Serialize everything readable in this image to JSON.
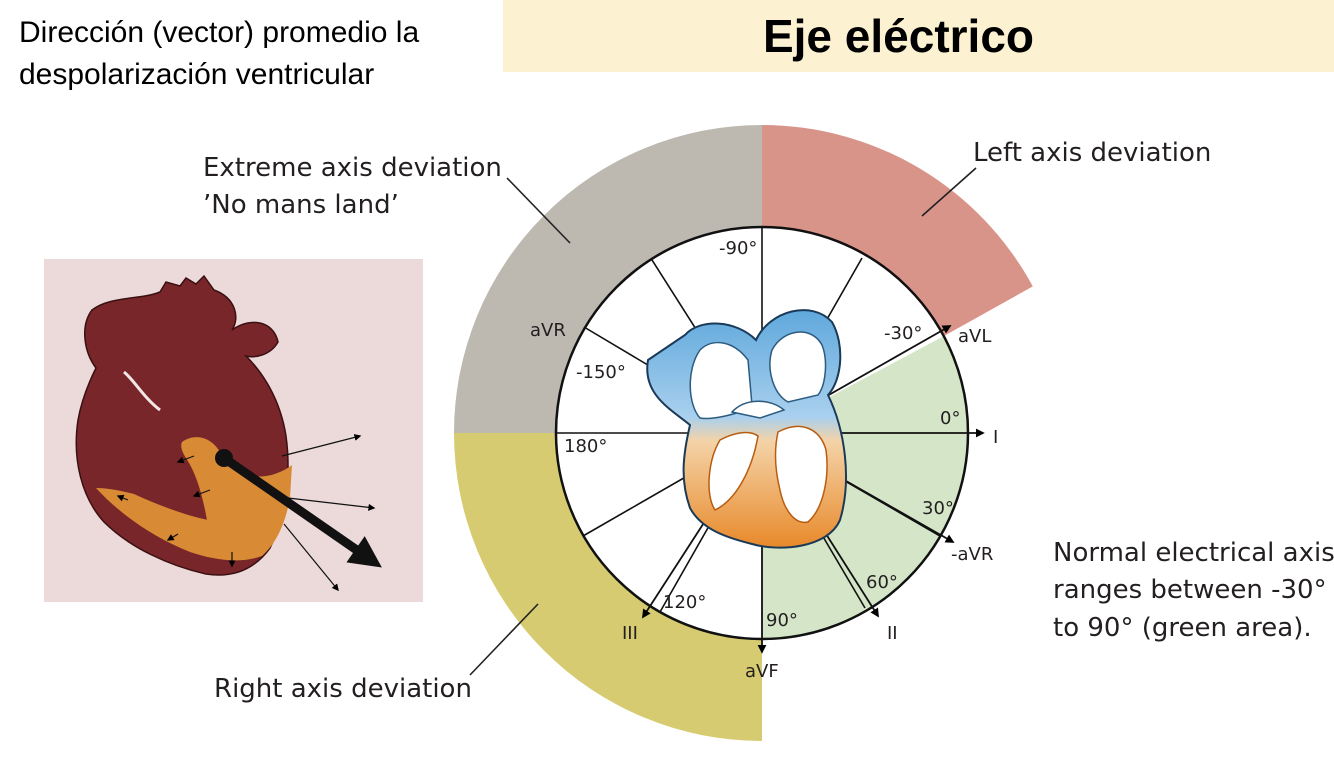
{
  "title": "Eje eléctrico",
  "subtitle_lines": [
    "Dirección (vector) promedio la",
    "despolarización ventricular"
  ],
  "annotations": {
    "extreme_line1": "Extreme axis deviation",
    "extreme_line2": "’No mans land’",
    "left": "Left axis deviation",
    "right": "Right axis deviation",
    "normal_line1": "Normal electrical axis",
    "normal_line2": "ranges between -30°",
    "normal_line3": "to 90° (green area)."
  },
  "angles": {
    "m90": "-90°",
    "m30": "-30°",
    "m150": "-150°",
    "d0": "0°",
    "d180": "180°",
    "d30": "30°",
    "d60": "60°",
    "d90": "90°",
    "d120": "120°"
  },
  "leads": {
    "aVR": "aVR",
    "aVL": "aVL",
    "I": "I",
    "mAVR": "-aVR",
    "II": "II",
    "aVF": "aVF",
    "III": "III"
  },
  "colors": {
    "title_bg": "#fcf2d2",
    "extreme": "#bdb8b0",
    "left": "#d9948a",
    "right": "#d6cb71",
    "normal": "#d5e6c8",
    "heart_bg": "#ecdada",
    "heart_muscle": "#782629",
    "heart_orange": "#d98a35",
    "heart_blue": "#6fb1dd"
  }
}
